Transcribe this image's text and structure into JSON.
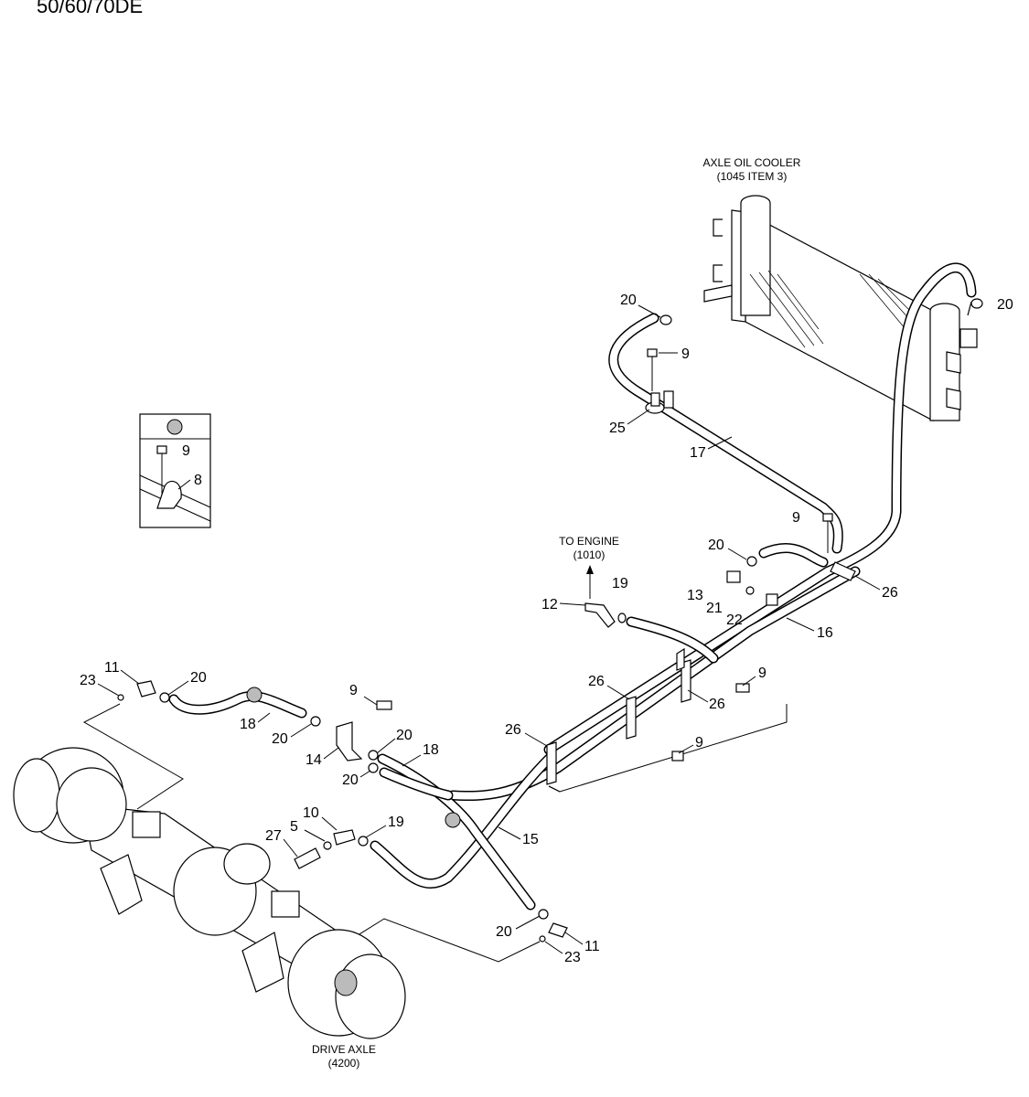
{
  "header": {
    "model": "50/60/70DE"
  },
  "captions": {
    "cooler_line1": "AXLE OIL COOLER",
    "cooler_line2": "(1045 ITEM 3)",
    "engine_line1": "TO ENGINE",
    "engine_line2": "(1010)",
    "axle_line1": "DRIVE AXLE",
    "axle_line2": "(4200)"
  },
  "callouts": {
    "c20a": "20",
    "c20b": "20",
    "c9a": "9",
    "c25": "25",
    "c17": "17",
    "c9b": "9",
    "c8": "8",
    "c9c": "9",
    "c20c": "20",
    "c13": "13",
    "c21": "21",
    "c22": "22",
    "c26a": "26",
    "c19a": "19",
    "c12": "12",
    "c16": "16",
    "c11a": "11",
    "c20d": "20",
    "c23a": "23",
    "c18a": "18",
    "c20e": "20",
    "c9d": "9",
    "c14": "14",
    "c20f": "20",
    "c18b": "18",
    "c20g": "20",
    "c26b": "26",
    "c9e": "9",
    "c26c": "26",
    "c26d": "26",
    "c9f": "9",
    "c10": "10",
    "c5": "5",
    "c27": "27",
    "c19b": "19",
    "c15": "15",
    "c20h": "20",
    "c23b": "23",
    "c11b": "11"
  }
}
